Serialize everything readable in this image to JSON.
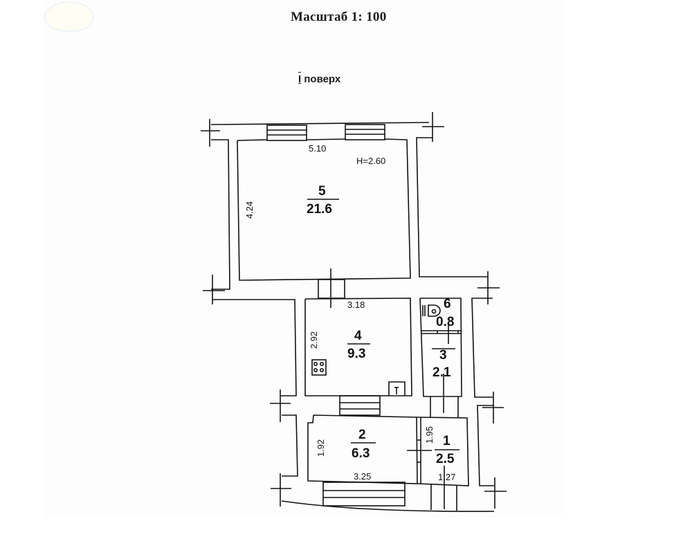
{
  "header": {
    "scale_label": "Масштаб 1: 100",
    "floor_numeral": "I",
    "floor_word": "поверх"
  },
  "plan": {
    "ceiling_height": "H=2.60",
    "rooms": [
      {
        "id": "5",
        "number": "5",
        "area": "21.6",
        "dims": {
          "width": "5.10",
          "depth": "4.24"
        }
      },
      {
        "id": "4",
        "number": "4",
        "area": "9.3",
        "dims": {
          "width": "3.18",
          "depth": "2.92"
        },
        "fixtures": [
          "stove",
          "sink"
        ]
      },
      {
        "id": "6",
        "number": "6",
        "area": "0.8",
        "fixtures": [
          "toilet"
        ]
      },
      {
        "id": "3",
        "number": "3",
        "area": "2.1"
      },
      {
        "id": "2",
        "number": "2",
        "area": "6.3",
        "dims": {
          "width": "3.25",
          "depth": "1.92"
        }
      },
      {
        "id": "1",
        "number": "1",
        "area": "2.5",
        "dims": {
          "width": "1.27",
          "depth": "1.95"
        }
      }
    ]
  },
  "colors": {
    "ink": "#111111",
    "paper": "#fdfdfd",
    "background": "#ffffff"
  }
}
